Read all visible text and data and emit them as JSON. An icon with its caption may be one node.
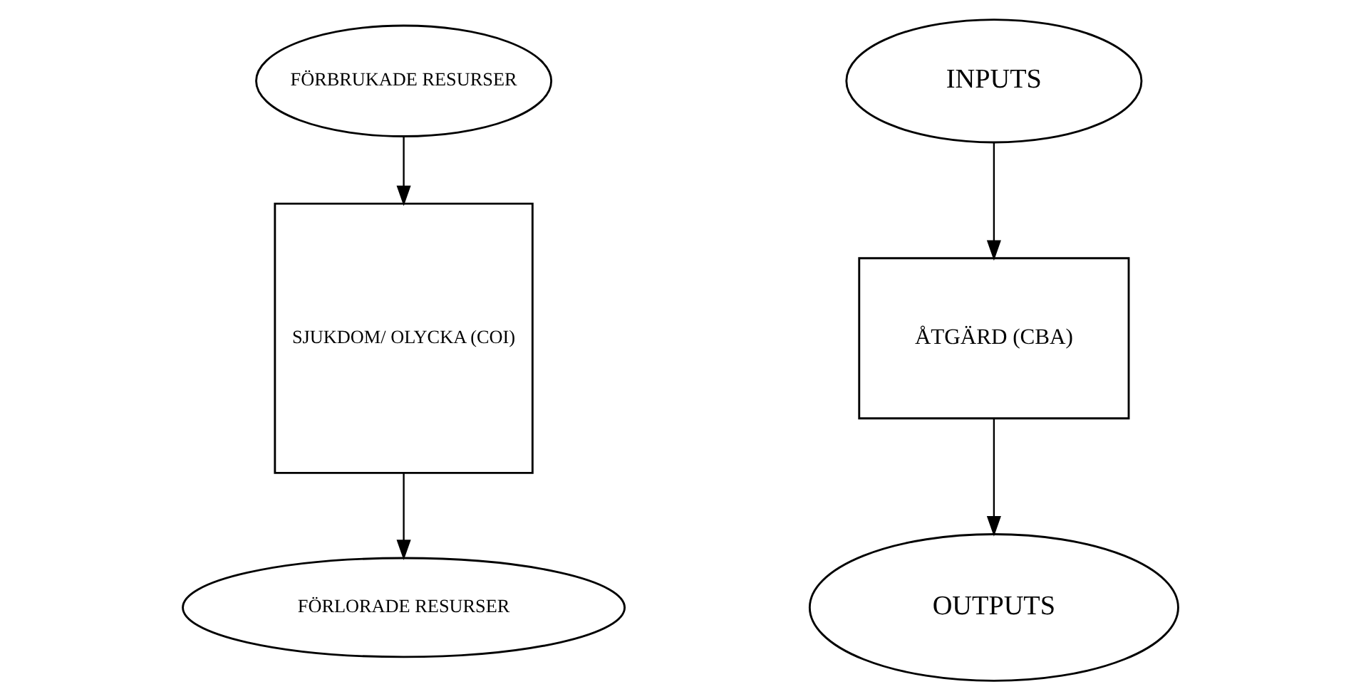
{
  "diagram": {
    "nodes": [
      {
        "text": [
          "FÖRBRUKADE RESURSER"
        ]
      },
      {
        "text": [
          "SJUKDOM/ OLYCKA (COI)"
        ]
      },
      {
        "text": [
          "FÖRLORADE RESURSER"
        ]
      },
      {
        "text": [
          "INPUTS"
        ]
      },
      {
        "text": [
          "ÅTGÄRD (CBA)"
        ]
      },
      {
        "text": [
          "OUTPUTS"
        ]
      }
    ],
    "edges": [
      {
        "from": 0,
        "to": 1,
        "arrow": "to"
      },
      {
        "from": 1,
        "to": 2,
        "arrow": "to"
      },
      {
        "from": 3,
        "to": 4,
        "arrow": "to"
      },
      {
        "from": 4,
        "to": 5,
        "arrow": "to"
      }
    ]
  }
}
